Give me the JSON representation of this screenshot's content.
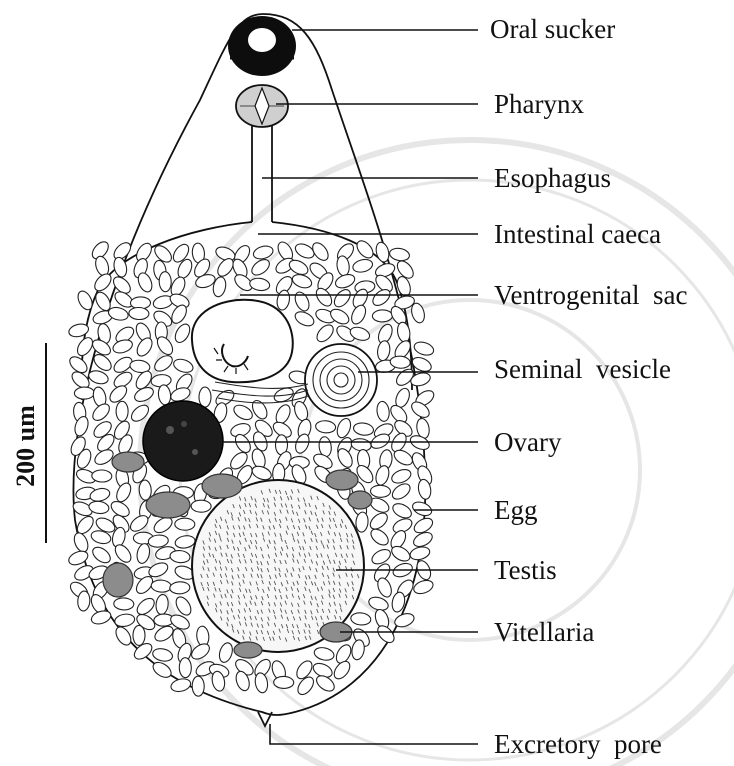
{
  "figure": {
    "scale_bar_label": "200 um",
    "labels": {
      "oral_sucker": "Oral sucker",
      "pharynx": "Pharynx",
      "esophagus": "Esophagus",
      "intestinal_caeca": "Intestinal caeca",
      "ventrogenital_sac": "Ventrogenital  sac",
      "seminal_vesicle": "Seminal  vesicle",
      "ovary": "Ovary",
      "egg": "Egg",
      "testis": "Testis",
      "vitellaria": "Vitellaria",
      "excretory_pore": "Excretory  pore"
    }
  },
  "colors": {
    "ink": "#111111",
    "ovary_fill": "#1a1a1a",
    "vitellaria_fill": "#8c8c8c",
    "watermark": "#e6e6e6"
  }
}
